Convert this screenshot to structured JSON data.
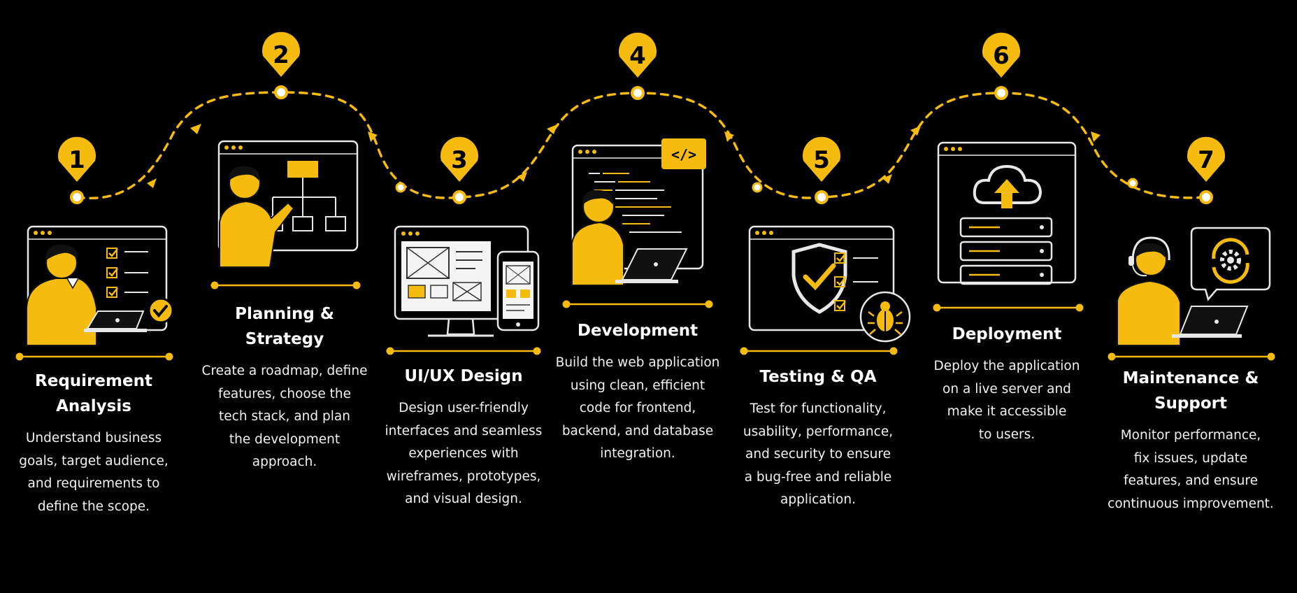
{
  "colors": {
    "accent": "#f5bb0f",
    "background": "#000000",
    "text": "#ffffff",
    "line": "#e8e8e8"
  },
  "steps": [
    {
      "number": "1",
      "title": "Requirement\nAnalysis",
      "description": "Understand business\ngoals, target audience,\nand requirements to\ndefine the scope.",
      "icons": [
        "person-at-laptop-icon",
        "checklist-icon",
        "check-badge-icon"
      ]
    },
    {
      "number": "2",
      "title": "Planning &\nStrategy",
      "description": "Create a roadmap, define\nfeatures, choose the\ntech stack, and plan\nthe development\napproach.",
      "icons": [
        "person-pointing-icon",
        "flowchart-icon"
      ]
    },
    {
      "number": "3",
      "title": "UI/UX Design",
      "description": "Design user-friendly\ninterfaces and seamless\nexperiences with\nwireframes, prototypes,\nand visual design.",
      "icons": [
        "desktop-monitor-icon",
        "wireframe-icon",
        "mobile-phone-icon"
      ]
    },
    {
      "number": "4",
      "title": "Development",
      "description": "Build the web application\nusing clean, efficient\ncode for frontend,\nbackend, and database\nintegration.",
      "icons": [
        "person-coding-icon",
        "code-tag-icon"
      ],
      "code_tag": "</>"
    },
    {
      "number": "5",
      "title": "Testing & QA",
      "description": "Test for functionality,\nusability, performance,\nand security to ensure\na bug-free and reliable\napplication.",
      "icons": [
        "shield-check-icon",
        "checklist-icon",
        "bug-icon"
      ]
    },
    {
      "number": "6",
      "title": "Deployment",
      "description": "Deploy the application\non a live server and\nmake it accessible\nto users.",
      "icons": [
        "cloud-upload-icon",
        "server-rack-icon"
      ]
    },
    {
      "number": "7",
      "title": "Maintenance &\nSupport",
      "description": "Monitor performance,\nfix issues, update\nfeatures, and ensure\ncontinuous improvement.",
      "icons": [
        "support-agent-icon",
        "gear-cycle-icon",
        "laptop-icon"
      ]
    }
  ]
}
